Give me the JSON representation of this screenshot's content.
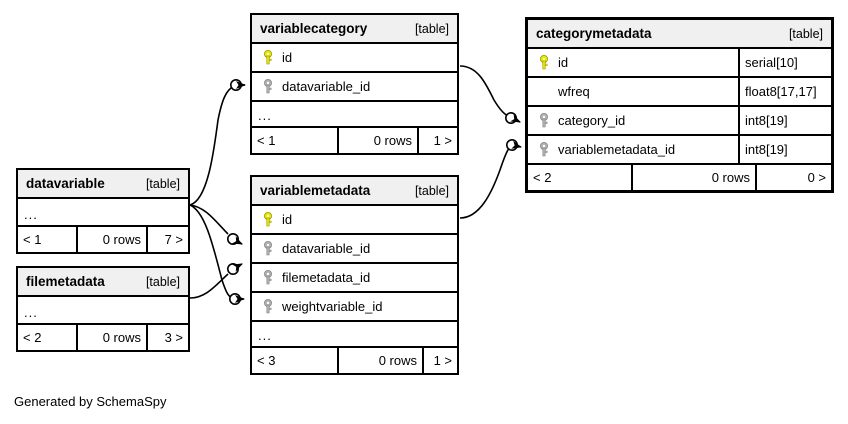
{
  "diagram": {
    "credit": "Generated by SchemaSpy",
    "table_tag": "[table]",
    "ellipsis": "...",
    "rows_label": "0 rows",
    "icons": {
      "primary_key": "key-icon-primary",
      "foreign_key": "key-icon-foreign"
    },
    "colors": {
      "primary_key": "#e8e800",
      "foreign_key": "#b0b0b0",
      "header_background": "#f0f0f0",
      "border": "#000000",
      "background": "#ffffff"
    }
  },
  "tables": {
    "variablecategory": {
      "name": "variablecategory",
      "tag": "[table]",
      "columns": [
        {
          "key": "primary",
          "name": "id"
        },
        {
          "key": "foreign",
          "name": "datavariable_id"
        }
      ],
      "ellipsis": "...",
      "footer": {
        "prev": "< 1",
        "rows": "0 rows",
        "next": "1 >"
      }
    },
    "categorymetadata": {
      "name": "categorymetadata",
      "tag": "[table]",
      "focal": true,
      "columns": [
        {
          "key": "primary",
          "name": "id",
          "type": "serial[10]"
        },
        {
          "key": "none",
          "name": "wfreq",
          "type": "float8[17,17]"
        },
        {
          "key": "foreign",
          "name": "category_id",
          "type": "int8[19]"
        },
        {
          "key": "foreign",
          "name": "variablemetadata_id",
          "type": "int8[19]"
        }
      ],
      "footer": {
        "prev": "< 2",
        "rows": "0 rows",
        "next": "0 >"
      }
    },
    "datavariable": {
      "name": "datavariable",
      "tag": "[table]",
      "columns": [],
      "ellipsis": "...",
      "footer": {
        "prev": "< 1",
        "rows": "0 rows",
        "next": "7 >"
      }
    },
    "variablemetadata": {
      "name": "variablemetadata",
      "tag": "[table]",
      "columns": [
        {
          "key": "primary",
          "name": "id"
        },
        {
          "key": "foreign",
          "name": "datavariable_id"
        },
        {
          "key": "foreign",
          "name": "filemetadata_id"
        },
        {
          "key": "foreign",
          "name": "weightvariable_id"
        }
      ],
      "ellipsis": "...",
      "footer": {
        "prev": "< 3",
        "rows": "0 rows",
        "next": "1 >"
      }
    },
    "filemetadata": {
      "name": "filemetadata",
      "tag": "[table]",
      "columns": [],
      "ellipsis": "...",
      "footer": {
        "prev": "< 2",
        "rows": "0 rows",
        "next": "3 >"
      }
    }
  },
  "relationships": [
    {
      "from": "datavariable",
      "to": "variablecategory.datavariable_id"
    },
    {
      "from": "datavariable",
      "to": "variablemetadata.datavariable_id"
    },
    {
      "from": "datavariable",
      "to": "variablemetadata.weightvariable_id"
    },
    {
      "from": "filemetadata",
      "to": "variablemetadata.filemetadata_id"
    },
    {
      "from": "variablecategory.id",
      "to": "categorymetadata.category_id"
    },
    {
      "from": "variablemetadata.id",
      "to": "categorymetadata.variablemetadata_id"
    }
  ]
}
